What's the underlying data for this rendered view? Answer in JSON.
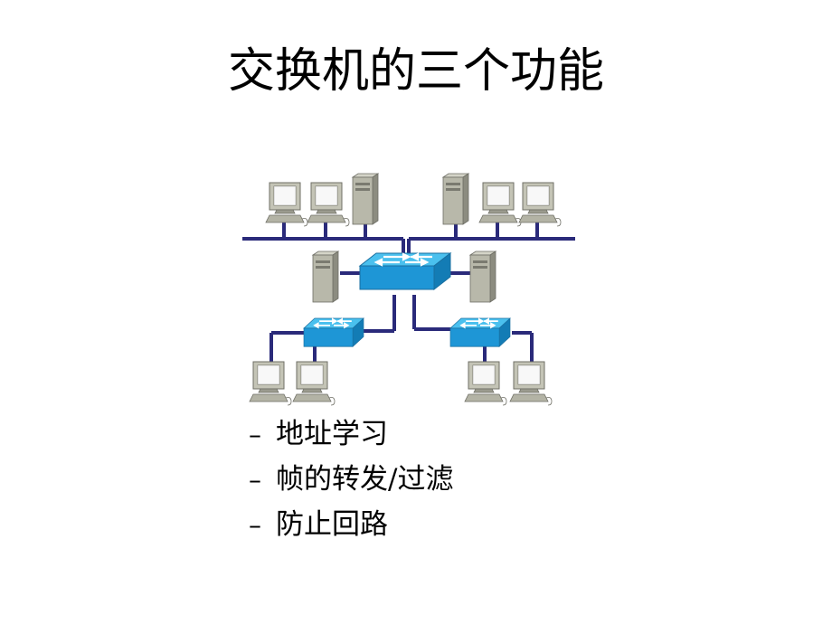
{
  "slide": {
    "title": "交换机的三个功能"
  },
  "bullets": [
    {
      "dash": "–",
      "text": "地址学习"
    },
    {
      "dash": "–",
      "text": "帧的转发/过滤"
    },
    {
      "dash": "–",
      "text": "防止回路"
    }
  ],
  "colors": {
    "cable": "#2a2a7a",
    "switch_top": "#4ac0ee",
    "switch_front": "#1a8fd0",
    "device_body": "#b8b8a8"
  },
  "icons": [
    "pc-icon",
    "server-icon",
    "switch-icon"
  ]
}
